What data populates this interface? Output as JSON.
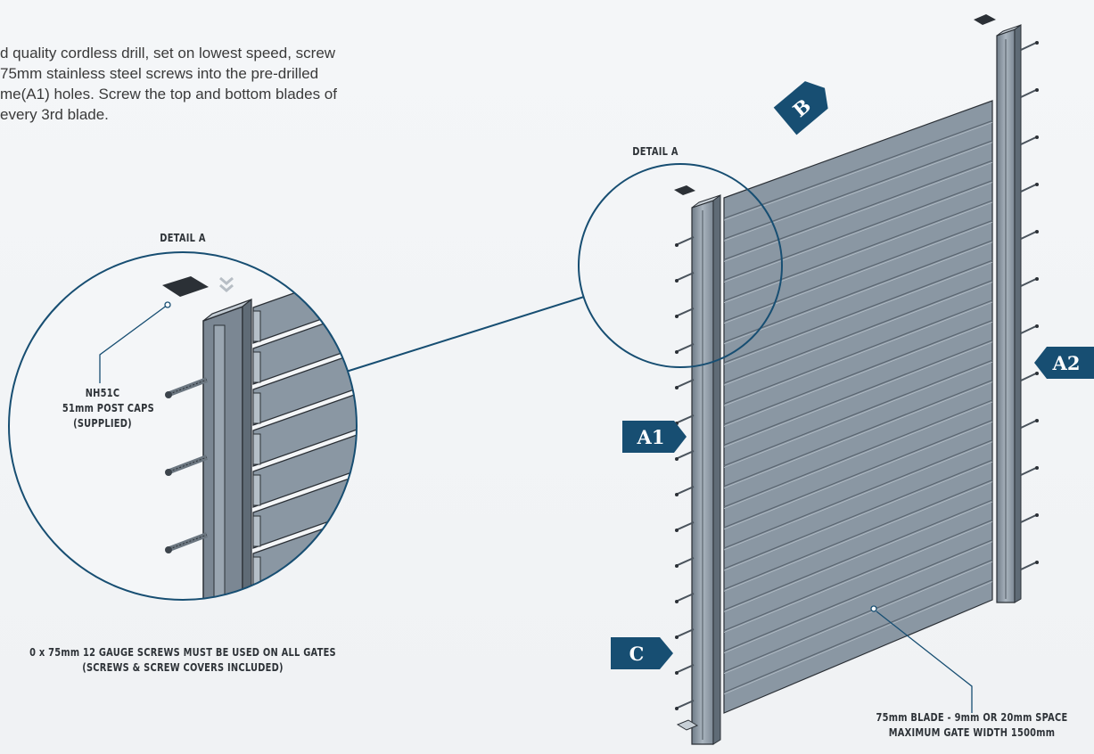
{
  "intro": {
    "lines": [
      "d quality cordless drill, set on lowest speed, screw",
      " 75mm stainless steel screws into the pre-drilled",
      "me(A1) holes. Screw the top and bottom blades of",
      " every 3rd blade."
    ]
  },
  "labels": {
    "detail_a_main": "DETAIL A",
    "detail_a_zoom": "DETAIL A",
    "post_caps": [
      "NH51C",
      "51mm POST CAPS",
      "(SUPPLIED)"
    ],
    "screws": [
      "0 x 75mm 12 GAUGE SCREWS MUST BE USED ON ALL GATES",
      "(SCREWS & SCREW COVERS INCLUDED)"
    ],
    "blade": [
      "75mm BLADE - 9mm OR 20mm SPACE",
      "MAXIMUM GATE WIDTH 1500mm"
    ]
  },
  "tags": {
    "b": "B",
    "a1": "A1",
    "a2": "A2",
    "c": "C"
  },
  "colors": {
    "navy": "#174e72",
    "blade": "#8a97a3",
    "post": "#9aa6b1",
    "outline": "#2b3036"
  }
}
